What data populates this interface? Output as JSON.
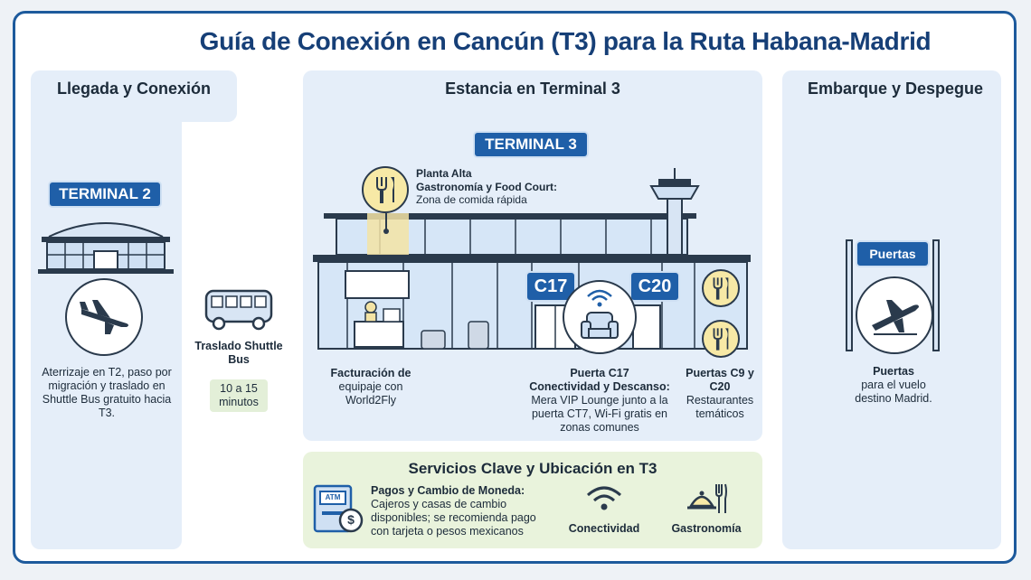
{
  "title": "Guía de Conexión en Cancún (T3) para la Ruta Habana-Madrid",
  "left": {
    "heading": "Llegada y Conexión",
    "badge": "TERMINAL 2",
    "desc": "Aterrizaje en T2, paso por migración y traslado en Shuttle Bus gratuito hacia T3."
  },
  "shuttle": {
    "title": "Traslado Shuttle Bus",
    "time": "10 a 15 minutos"
  },
  "middle": {
    "heading": "Estancia en Terminal 3",
    "badge": "TERMINAL 3",
    "upper_title": "Planta Alta",
    "upper_sub": "Gastronomía y Food Court:",
    "upper_desc": "Zona de comida rápida",
    "gate1": "C17",
    "gate2": "C20",
    "checkin_title": "Facturación de",
    "checkin_desc": "equipaje con World2Fly",
    "lounge_title": "Puerta C17",
    "lounge_sub": "Conectividad y Descanso:",
    "lounge_desc": "Mera VIP Lounge junto a la puerta CT7, Wi-Fi gratis en zonas comunes",
    "rest_title": "Puertas C9 y C20",
    "rest_desc": "Restaurantes temáticos"
  },
  "right": {
    "heading": "Embarque y Despegue",
    "sign": "Puertas",
    "title": "Puertas",
    "desc": "para el vuelo destino Madrid."
  },
  "services": {
    "heading": "Servicios Clave y Ubicación en T3",
    "atm_label": "ATM",
    "pay_title": "Pagos y Cambio de Moneda:",
    "pay_desc": "Cajeros y casas de cambio disponibles; se recomienda pago con tarjeta o pesos mexicanos",
    "conn": "Conectividad",
    "food": "Gastronomía"
  },
  "colors": {
    "accent": "#1f5fa8",
    "title": "#163f77",
    "panel": "#e5eef9",
    "services": "#e9f3dc",
    "icon_yellow": "#f7e9a6"
  },
  "icons": [
    "airport-building-icon",
    "airplane-icon",
    "bus-icon",
    "fork-knife-icon",
    "control-tower-icon",
    "wifi-icon",
    "armchair-icon",
    "atm-icon",
    "cloche-icon",
    "departure-plane-icon"
  ]
}
